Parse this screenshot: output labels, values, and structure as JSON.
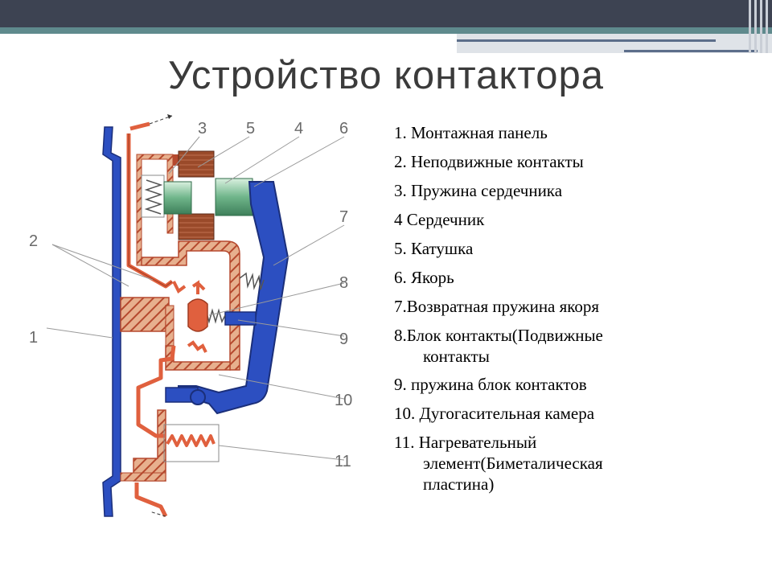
{
  "title": "Устройство контактора",
  "diagram_labels": [
    "1",
    "2",
    "3",
    "4",
    "5",
    "6",
    "7",
    "8",
    "9",
    "10",
    "11"
  ],
  "legend": [
    {
      "text": "1. Монтажная панель"
    },
    {
      "text": "2. Неподвижные контакты"
    },
    {
      "text": "3. Пружина сердечника"
    },
    {
      "text": "4 Сердечник"
    },
    {
      "text": "5. Катушка"
    },
    {
      "text": "6. Якорь"
    },
    {
      "text": "7.Возвратная пружина якоря"
    },
    {
      "text": "8.Блок контакты(Подвижные",
      "cont": [
        "контакты"
      ]
    },
    {
      "text": "9. пружина блок контактов"
    },
    {
      "text": "10. Дугогасительная камера"
    },
    {
      "text": "11. Нагревательный",
      "cont": [
        "элемент(Биметалическая",
        "пластина)"
      ]
    }
  ],
  "colors": {
    "housing": "#b5492e",
    "housing_hatch": "#e7b08e",
    "armature": "#2c4fc1",
    "contact": "#e0603e",
    "core": "#6fb58a",
    "coil": "#9a4a2a",
    "leader": "#9a9a9a"
  }
}
